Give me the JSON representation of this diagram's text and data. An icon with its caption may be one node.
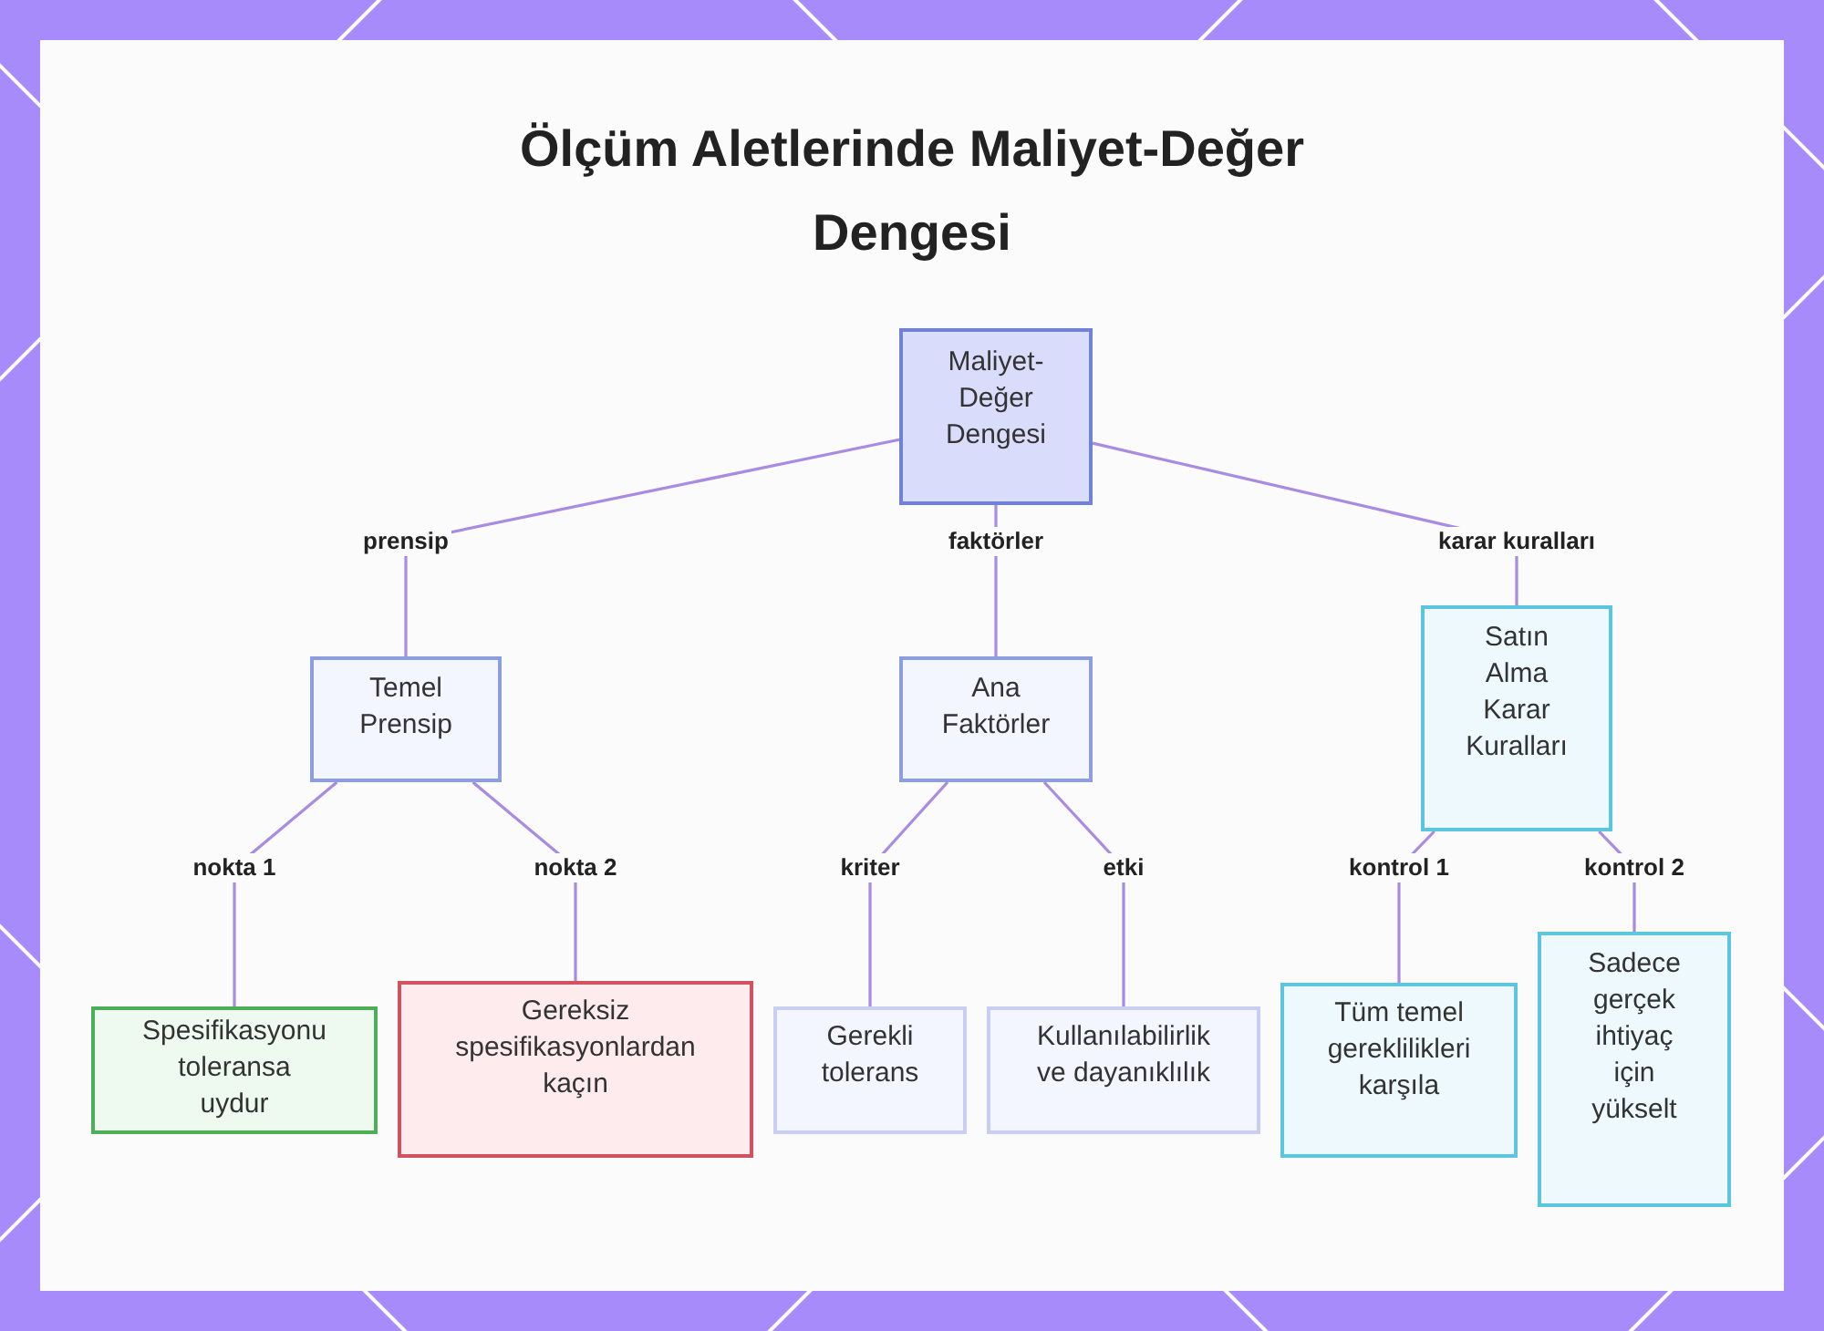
{
  "diagram": {
    "title": "Ölçüm Aletlerinde Maliyet-Değer Dengesi",
    "nodes": [
      {
        "text": [
          "Maliyet-Değer Dengesi"
        ]
      },
      {
        "text": [
          "Temel Prensip"
        ]
      },
      {
        "text": [
          "Ana Faktörler"
        ]
      },
      {
        "text": [
          "Satın Alma Karar Kuralları"
        ]
      },
      {
        "text": [
          "Spesifikasyonu toleransa uydur"
        ]
      },
      {
        "text": [
          "Gereksiz spesifikasyonlardan kaçın"
        ]
      },
      {
        "text": [
          "Gerekli tolerans"
        ]
      },
      {
        "text": [
          "Kullanılabilirlik ve dayanıklılık"
        ]
      },
      {
        "text": [
          "Tüm temel gereklilikleri karşıla"
        ]
      },
      {
        "text": [
          "Sadece gerçek ihtiyaç için yükselt"
        ]
      }
    ],
    "edges": [
      {
        "from": 0,
        "to": 1,
        "arrow": "none",
        "label": "prensip"
      },
      {
        "from": 0,
        "to": 2,
        "arrow": "none",
        "label": "faktörler"
      },
      {
        "from": 0,
        "to": 3,
        "arrow": "none",
        "label": "karar kuralları"
      },
      {
        "from": 1,
        "to": 4,
        "arrow": "none",
        "label": "nokta 1"
      },
      {
        "from": 1,
        "to": 5,
        "arrow": "none",
        "label": "nokta 2"
      },
      {
        "from": 2,
        "to": 6,
        "arrow": "none",
        "label": "kriter"
      },
      {
        "from": 2,
        "to": 7,
        "arrow": "none",
        "label": "etki"
      },
      {
        "from": 3,
        "to": 8,
        "arrow": "none",
        "label": "kontrol 1"
      },
      {
        "from": 3,
        "to": 9,
        "arrow": "none",
        "label": "kontrol 2"
      }
    ]
  }
}
